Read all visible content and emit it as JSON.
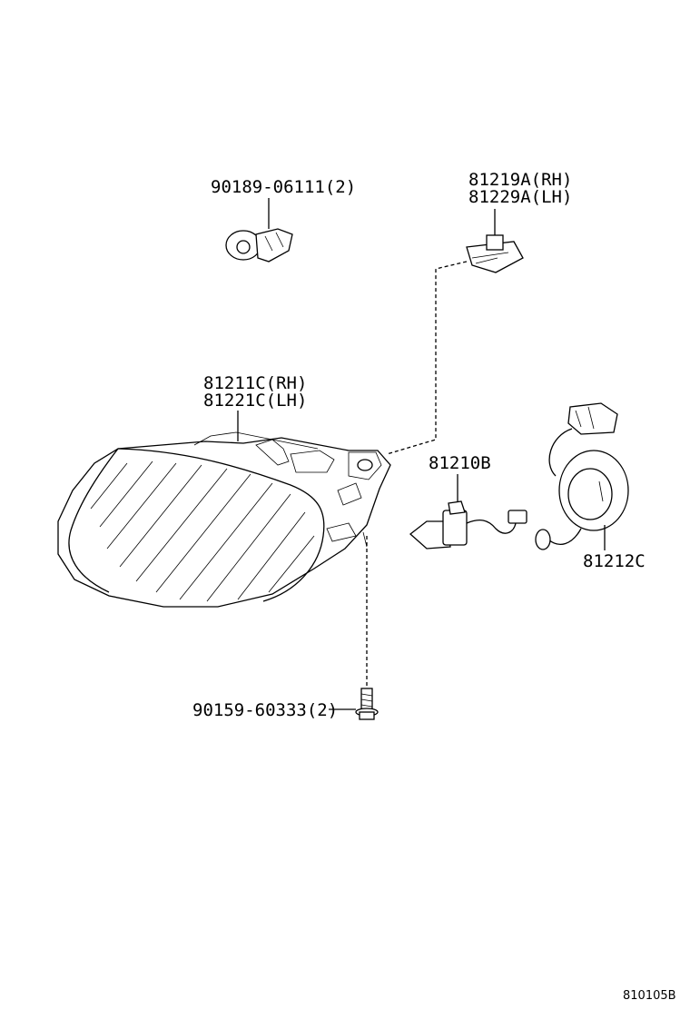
{
  "callouts": {
    "clip": "90189-06111(2)",
    "bracket_rh": "81219A(RH)",
    "bracket_lh": "81229A(LH)",
    "lamp_rh": "81211C(RH)",
    "lamp_lh": "81221C(LH)",
    "bulb": "81210B",
    "socket": "81212C",
    "screw": "90159-60333(2)"
  },
  "figure_code": "810105B"
}
